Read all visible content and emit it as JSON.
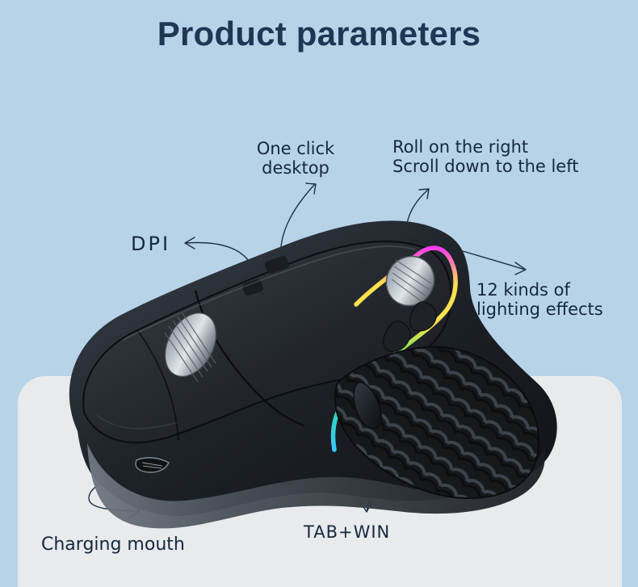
{
  "page": {
    "title": "Product parameters"
  },
  "callouts": {
    "desktop": {
      "line1": "One click",
      "line2": "desktop"
    },
    "scroll": {
      "line1": "Roll on the right",
      "line2": "Scroll down to the left"
    },
    "dpi": "DPI",
    "lighting": {
      "line1": "12 kinds of",
      "line2": "lighting effects"
    },
    "charging": "Charging mouth",
    "tab_win": "TAB+WIN"
  },
  "colors": {
    "background": "#b7d3e8",
    "title": "#1f3655",
    "text": "#16273d",
    "mouse_dark": "#1f2328",
    "mouse_mid": "#39414a",
    "mouse_grey": "#6b737d",
    "led_green": "#2be35c",
    "led_yellow": "#ffe14d",
    "led_blue": "#39c8ff",
    "led_pink": "#ff3cf0"
  },
  "icons": {
    "arrow": "curved-arrow-icon",
    "mouse": "ergonomic-mouse-illustration"
  }
}
